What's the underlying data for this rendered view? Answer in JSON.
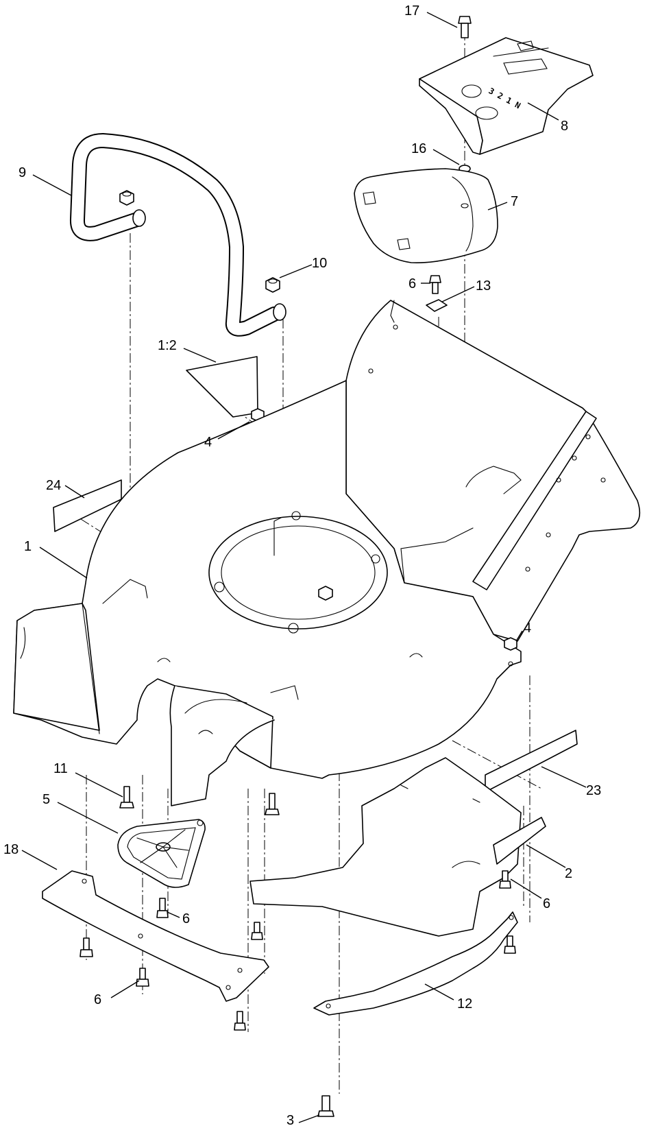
{
  "diagram": {
    "callouts": [
      {
        "id": "c17",
        "label": "17"
      },
      {
        "id": "c8",
        "label": "8"
      },
      {
        "id": "c16",
        "label": "16"
      },
      {
        "id": "c7",
        "label": "7"
      },
      {
        "id": "c9",
        "label": "9"
      },
      {
        "id": "c10",
        "label": "10"
      },
      {
        "id": "c6a",
        "label": "6"
      },
      {
        "id": "c13",
        "label": "13"
      },
      {
        "id": "c1_2",
        "label": "1:2"
      },
      {
        "id": "c4a",
        "label": "4"
      },
      {
        "id": "c24",
        "label": "24"
      },
      {
        "id": "c1",
        "label": "1"
      },
      {
        "id": "c4b",
        "label": "4"
      },
      {
        "id": "c11",
        "label": "11"
      },
      {
        "id": "c23",
        "label": "23"
      },
      {
        "id": "c5",
        "label": "5"
      },
      {
        "id": "c18",
        "label": "18"
      },
      {
        "id": "c2",
        "label": "2"
      },
      {
        "id": "c6b",
        "label": "6"
      },
      {
        "id": "c6c",
        "label": "6"
      },
      {
        "id": "c6d",
        "label": "6"
      },
      {
        "id": "c12",
        "label": "12"
      },
      {
        "id": "c3",
        "label": "3"
      }
    ],
    "plate_markings": "3 2 1 N"
  }
}
